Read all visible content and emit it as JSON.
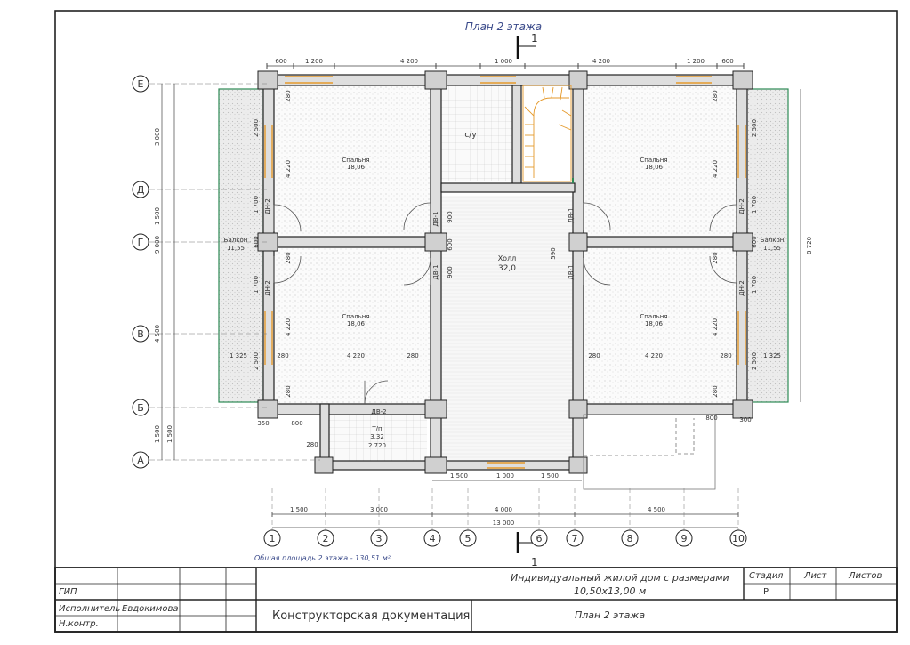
{
  "drawing": {
    "title": "План 2 этажа",
    "section_mark": "1",
    "total_area_note": "Общая площадь 2 этажа - 130,51 м²"
  },
  "rooms": [
    {
      "id": "bedroom_tl",
      "name": "Спальня",
      "area": "18,06"
    },
    {
      "id": "bedroom_tr",
      "name": "Спальня",
      "area": "18,06"
    },
    {
      "id": "bedroom_bl",
      "name": "Спальня",
      "area": "18,06"
    },
    {
      "id": "bedroom_br",
      "name": "Спальня",
      "area": "18,06"
    },
    {
      "id": "bathroom",
      "name": "с/у",
      "area": ""
    },
    {
      "id": "hall",
      "name": "Холл",
      "area": "32,0"
    },
    {
      "id": "balcony_l",
      "name": "Балкон",
      "area": "11,55"
    },
    {
      "id": "balcony_r",
      "name": "Балкон",
      "area": "11,55"
    },
    {
      "id": "storage",
      "name": "Т/п",
      "area": "3,32"
    }
  ],
  "door_marks": {
    "dn2": "ДН-2",
    "dv1": "ДВ-1",
    "dv2": "ДВ-2"
  },
  "axes": {
    "columns": [
      "1",
      "2",
      "3",
      "4",
      "5",
      "6",
      "7",
      "8",
      "9",
      "10"
    ],
    "rows": [
      "Е",
      "Д",
      "Г",
      "В",
      "Б",
      "А"
    ]
  },
  "dimensions": {
    "top": [
      "600",
      "1 200",
      "4 200",
      "1 000",
      "4 200",
      "1 200",
      "600"
    ],
    "bottom_axes": [
      "1 500",
      "3 000",
      "4 000",
      "4 500"
    ],
    "bottom_total": "13 000",
    "bottom_openings": [
      "1 500",
      "1 000",
      "1 500"
    ],
    "left_rows": [
      "3 000",
      "1 500",
      "4 500",
      "1 500"
    ],
    "left_total": "9 000",
    "right_total": "8 720",
    "inner": {
      "d280": "280",
      "d2500": "2 500",
      "d4220": "4 220",
      "d1700": "1 700",
      "d600": "600",
      "d900": "900",
      "d1325": "1 325",
      "d350": "350",
      "d800": "800",
      "d300": "300",
      "d2720": "2 720",
      "d590": "590"
    }
  },
  "title_block": {
    "roles": [
      "ГИП",
      "Исполнитель",
      "Н.контр."
    ],
    "executor": "Евдокимова",
    "project_line1": "Индивидуальный жилой дом с размерами",
    "project_line2": "10,50х13,00 м",
    "doc_type": "Конструкторская документация",
    "sheet_title": "План 2 этажа",
    "stage_label": "Стадия",
    "stage_value": "Р",
    "sheet_label": "Лист",
    "sheets_label": "Листов"
  }
}
